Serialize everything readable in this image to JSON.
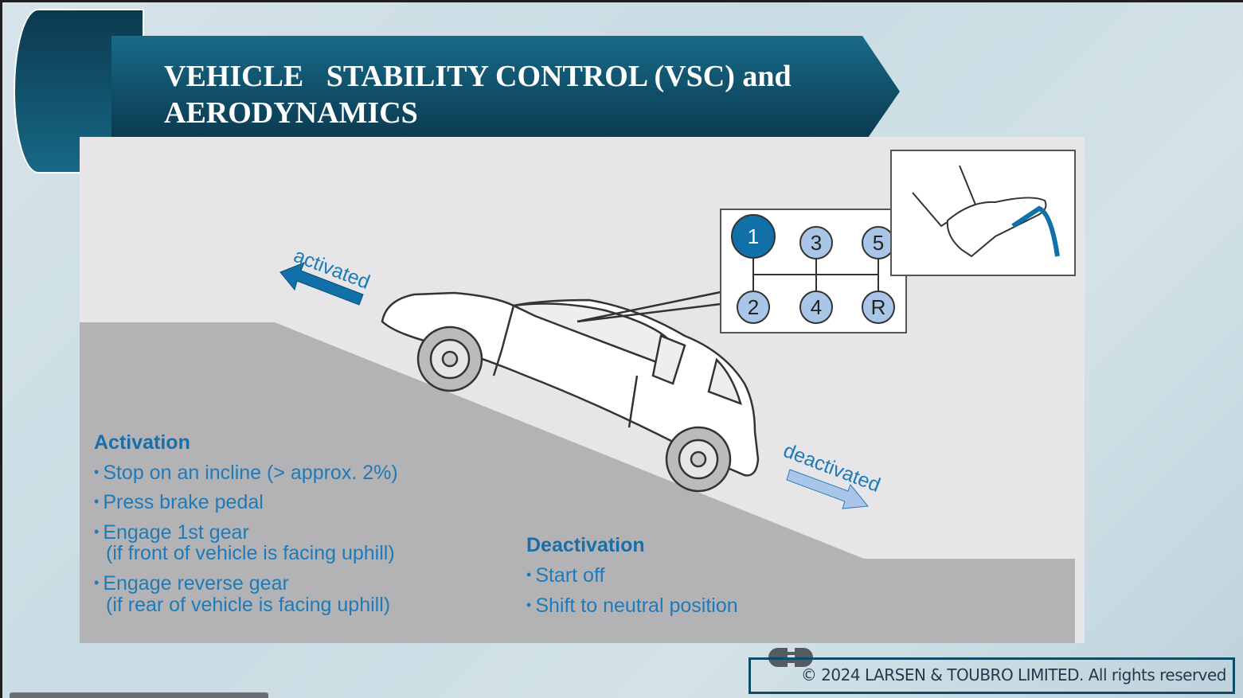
{
  "title": {
    "line1": "VEHICLE   STABILITY CONTROL (VSC) and",
    "line2": "AERODYNAMICS"
  },
  "diagram": {
    "activated_label": "activated",
    "deactivated_label": "deactivated",
    "gears": [
      "1",
      "3",
      "5",
      "2",
      "4",
      "R"
    ],
    "selected_gear": "1",
    "activation": {
      "heading": "Activation",
      "items": [
        "Stop on an incline (> approx. 2%)",
        "Press brake pedal",
        "Engage 1st gear",
        "Engage reverse gear"
      ],
      "sub1": "(if front of vehicle is facing uphill)",
      "sub2": "(if rear of vehicle is facing uphill)"
    },
    "deactivation": {
      "heading": "Deactivation",
      "items": [
        "Start off",
        "Shift to neutral position"
      ]
    }
  },
  "footer": {
    "copyright": "© 2024 LARSEN & TOUBRO LIMITED. All rights reserved"
  },
  "colors": {
    "brand": "#0f4d66",
    "text_blue": "#1f7ab8",
    "gear_selected": "#1170a8",
    "gear": "#a9c6e8"
  }
}
